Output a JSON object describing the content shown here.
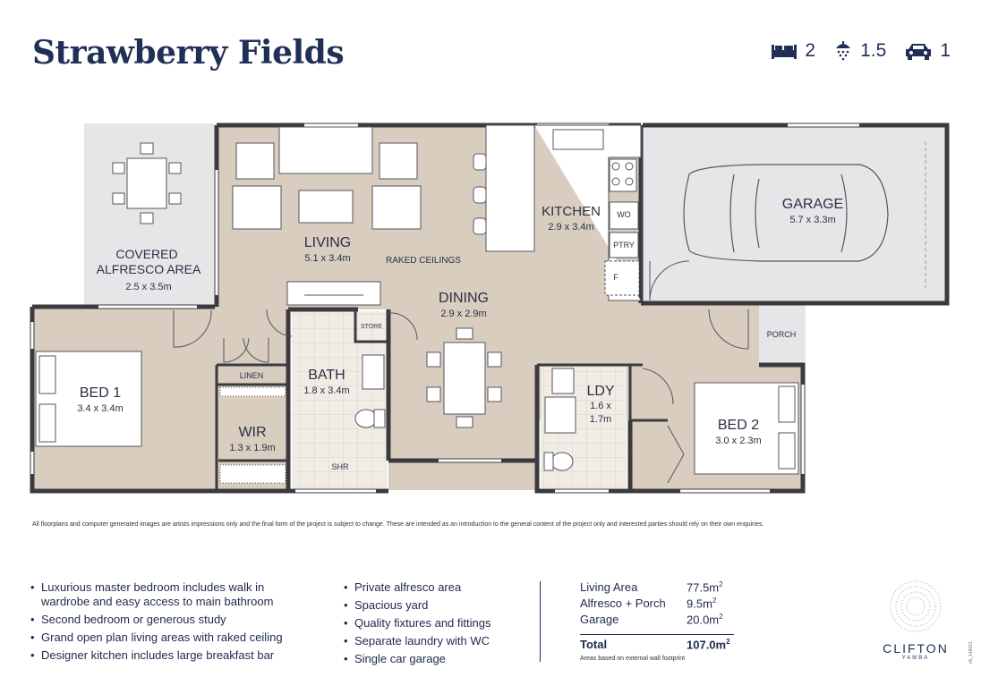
{
  "title": "Strawberry Fields",
  "stats": {
    "beds": "2",
    "baths": "1.5",
    "cars": "1",
    "bed_icon": "bed-icon",
    "bath_icon": "shower-icon",
    "car_icon": "car-icon"
  },
  "rooms": {
    "alfresco_name1": "COVERED",
    "alfresco_name2": "ALFRESCO AREA",
    "alfresco_dim": "2.5 x 3.5m",
    "living_name": "LIVING",
    "living_dim": "5.1 x 3.4m",
    "raked": "RAKED CEILINGS",
    "kitchen_name": "KITCHEN",
    "kitchen_dim": "2.9 x 3.4m",
    "wo": "WO",
    "ptry": "PTRY",
    "fridge": "F",
    "garage_name": "GARAGE",
    "garage_dim": "5.7 x 3.3m",
    "dining_name": "DINING",
    "dining_dim": "2.9 x 2.9m",
    "store": "STORE",
    "porch": "PORCH",
    "bed1_name": "BED 1",
    "bed1_dim": "3.4 x 3.4m",
    "linen": "LINEN",
    "wir_name": "WIR",
    "wir_dim": "1.3 x 1.9m",
    "bath_name": "BATH",
    "bath_dim": "1.8 x 3.4m",
    "shr": "SHR",
    "ldy_name": "LDY",
    "ldy_dim1": "1.6 x",
    "ldy_dim2": "1.7m",
    "bed2_name": "BED 2",
    "bed2_dim": "3.0 x 2.3m"
  },
  "disclaimer": "All floorplans and computer generated images are artists impressions only and the final form of the project is subject to change. These are intended as an introduction to the general content of the project only and interested parties should rely on their own enquiries.",
  "features_left": [
    "Luxurious master bedroom includes walk in wardrobe and easy access to main bathroom",
    "Second bedroom or generous study",
    "Grand open plan living areas with raked ceiling",
    "Designer kitchen includes large breakfast bar"
  ],
  "features_right": [
    "Private alfresco area",
    "Spacious yard",
    "Quality fixtures and fittings",
    "Separate laundry with WC",
    "Single car garage"
  ],
  "areas": {
    "rows": [
      {
        "label": "Living Area",
        "value": "77.5m",
        "sup": "2"
      },
      {
        "label": "Alfresco + Porch",
        "value": "9.5m",
        "sup": "2"
      },
      {
        "label": "Garage",
        "value": "20.0m",
        "sup": "2"
      }
    ],
    "total_label": "Total",
    "total_value": "107.0m",
    "total_sup": "2",
    "note": "Areas based on external wall footprint"
  },
  "brand": {
    "name": "CLIFTON",
    "sub": "YAMBA",
    "logo_icon": "clifton-logo-icon"
  },
  "version": "v5_148021"
}
